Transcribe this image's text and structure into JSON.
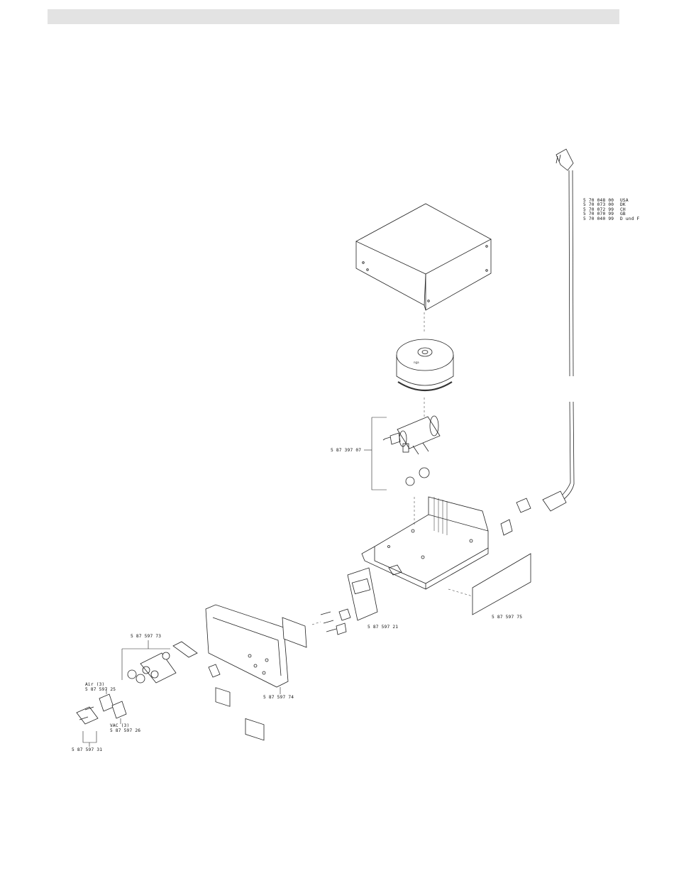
{
  "parts": {
    "motor_assembly": "5 87 397 07",
    "front_plate": "5 87 597 73",
    "air_connector_label": "Air (3)",
    "air_connector": "5 87 597 25",
    "vac_connector_label": "VAC (3)",
    "vac_connector": "5 87 597 26",
    "coupling": "5 87 597 31",
    "front_panel": "5 87 597 74",
    "circuit_board": "5 87 597 21",
    "side_cover": "5 87 597 75"
  },
  "power_cords": [
    {
      "part": "5 70 048 00",
      "region": "USA"
    },
    {
      "part": "5 70 073 00",
      "region": "DK"
    },
    {
      "part": "5 70 072 99",
      "region": "CH"
    },
    {
      "part": "5 70 070 99",
      "region": "GB"
    },
    {
      "part": "5 70 040 99",
      "region": "D und F"
    }
  ]
}
